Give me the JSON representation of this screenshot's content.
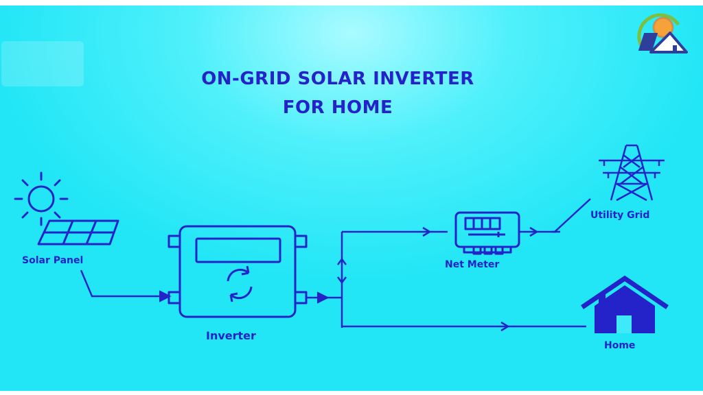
{
  "title": {
    "line1": "ON-GRID SOLAR INVERTER",
    "line2": "FOR HOME"
  },
  "labels": {
    "solar_panel": "Solar Panel",
    "inverter": "Inverter",
    "net_meter": "Net Meter",
    "utility_grid": "Utility Grid",
    "home": "Home"
  },
  "icons": {
    "logo": "solar-house-logo-icon",
    "sun": "sun-icon",
    "solar_panel": "solar-panel-icon",
    "inverter": "inverter-icon",
    "net_meter": "meter-icon",
    "utility_grid": "transmission-tower-icon",
    "home": "house-icon",
    "switch": "grid-switch-icon"
  },
  "colors": {
    "background": "#22e6f6",
    "ink": "#2323c9"
  }
}
